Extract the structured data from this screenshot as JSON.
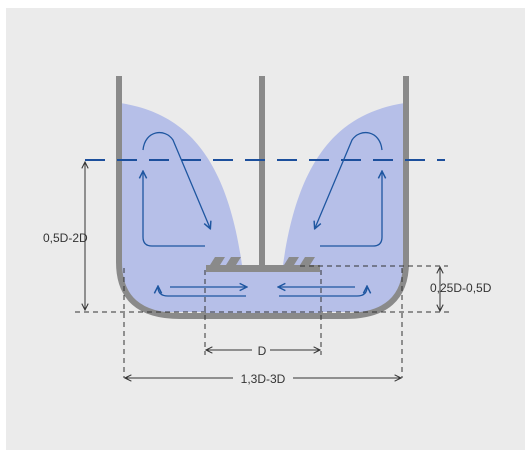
{
  "colors": {
    "panel": "#ebebeb",
    "tank_wall": "#8a8a8a",
    "liquid": "#b6bfe8",
    "flow_arrow": "#1e56a0",
    "level_line": "#1c4f9c",
    "dimension": "#333333"
  },
  "icons": {
    "flow": "curved-flow-arrow-icon",
    "dimension_end": "arrowhead-icon"
  },
  "dimensions": {
    "liquid_height": "0,5D-2D",
    "impeller_clearance": "0,25D-0,5D",
    "impeller_diameter": "D",
    "tank_diameter": "1,3D-3D"
  }
}
